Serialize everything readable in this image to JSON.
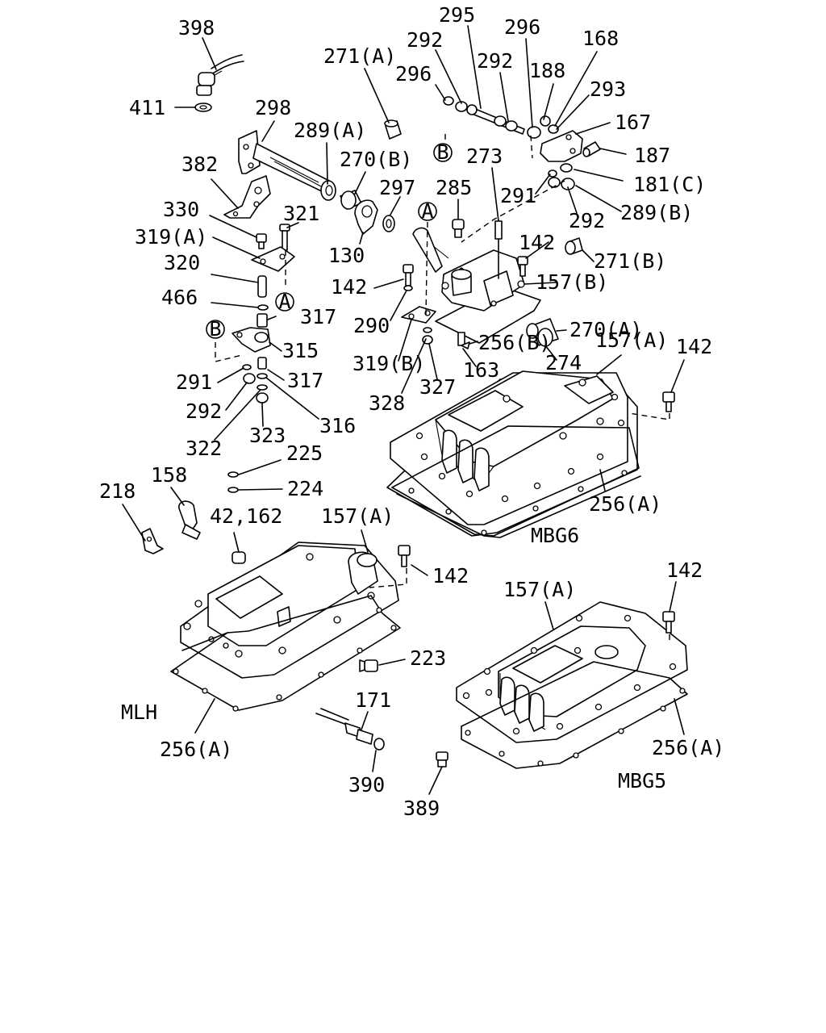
{
  "diagram": {
    "labels": [
      "398",
      "411",
      "298",
      "289(A)",
      "271(A)",
      "296",
      "292",
      "295",
      "292",
      "296",
      "188",
      "168",
      "293",
      "167",
      "187",
      "181(C)",
      "289(B)",
      "292",
      "291",
      "273",
      "270(B)",
      "297",
      "285",
      "382",
      "330",
      "321",
      "319(A)",
      "130",
      "320",
      "142",
      "142",
      "271(B)",
      "157(B)",
      "466",
      "317",
      "290",
      "270(A)",
      "256(B)",
      "319(B)",
      "315",
      "274",
      "157(A)",
      "142",
      "291",
      "317",
      "163",
      "292",
      "327",
      "328",
      "316",
      "322",
      "323",
      "225",
      "224",
      "218",
      "158",
      "42,162",
      "157(A)",
      "142",
      "256(A)",
      "MBG6",
      "142",
      "157(A)",
      "223",
      "171",
      "MLH",
      "256(A)",
      "256(A)",
      "390",
      "MBG5",
      "389"
    ],
    "callouts": [
      "A",
      "B",
      "A",
      "B"
    ]
  }
}
